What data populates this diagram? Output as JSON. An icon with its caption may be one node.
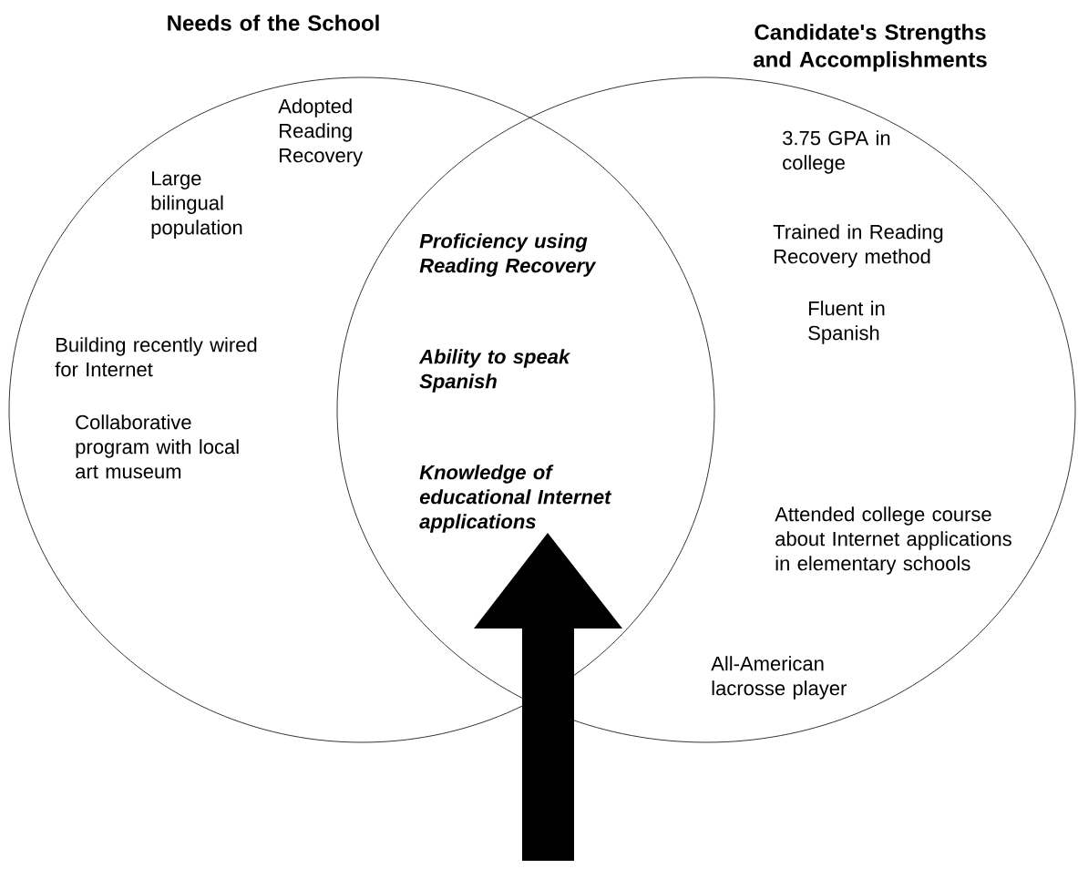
{
  "diagram": {
    "nodes": [
      {
        "text": [
          "Needs of the School",
          "Adopted Reading Recovery",
          "Large bilingual population",
          "Building recently wired for Internet",
          "Collaborative program with local art museum"
        ]
      },
      {
        "text": [
          "Candidate's Strengths and Accomplishments",
          "3.75 GPA in college",
          "Trained in Reading Recovery method",
          "Fluent in Spanish",
          "Attended college course about Internet applications in elementary schools",
          "All-American lacrosse player"
        ]
      }
    ],
    "edges": [],
    "labels": [
      "Proficiency using Reading Recovery",
      "Ability to speak Spanish",
      "Knowledge of educational Internet applications"
    ]
  }
}
